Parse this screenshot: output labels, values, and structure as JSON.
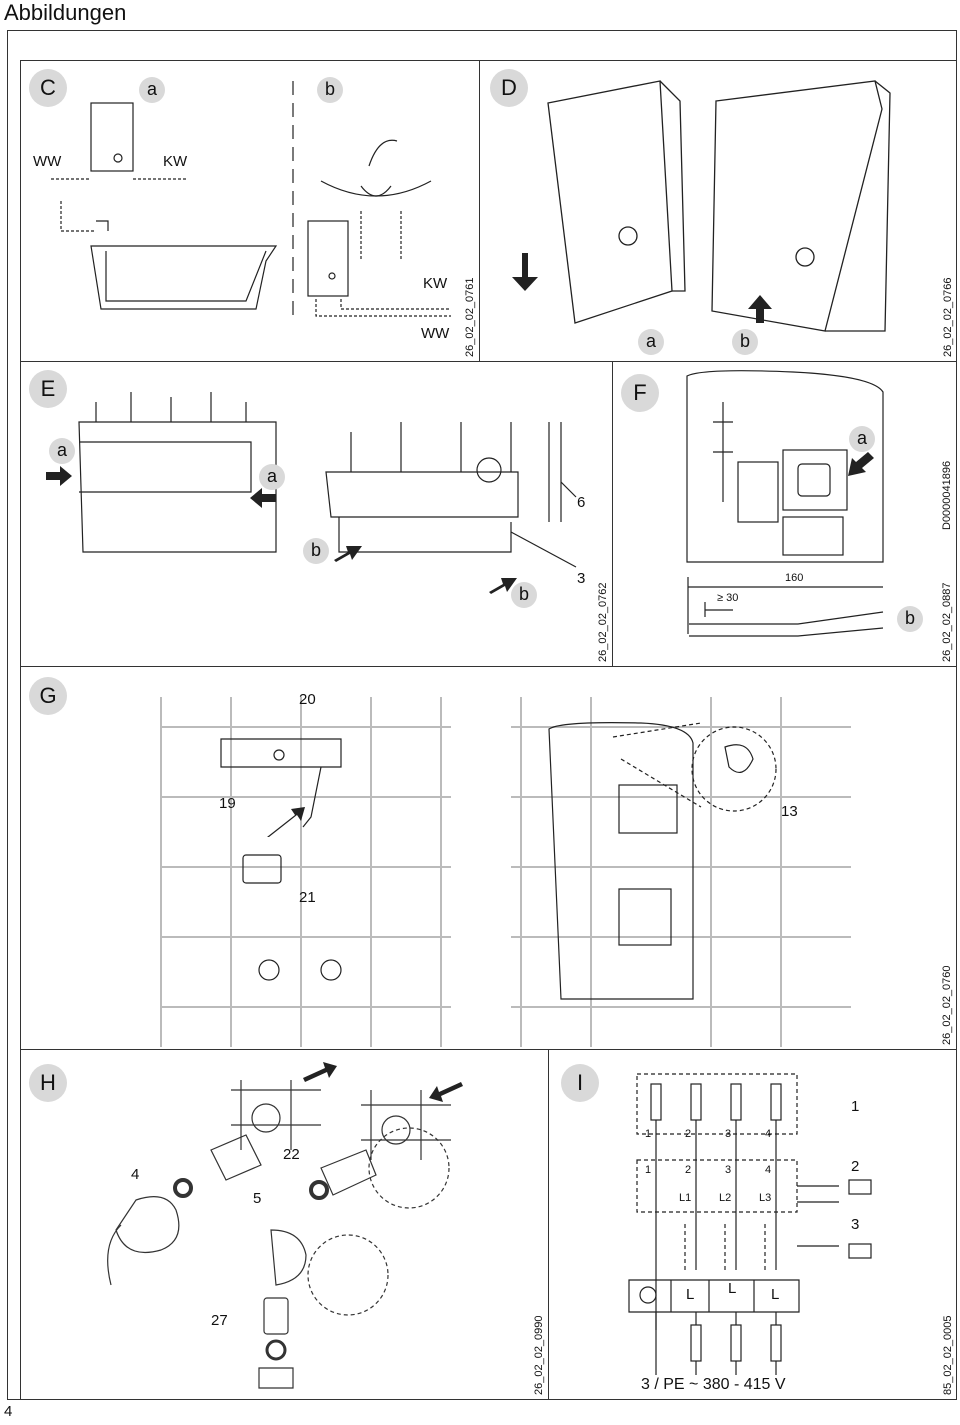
{
  "page": {
    "title": "Abbildungen",
    "page_number": "4"
  },
  "panels": {
    "C": {
      "letter": "C",
      "sub_a": "a",
      "sub_b": "b",
      "ww": "WW",
      "kw": "KW",
      "kw2": "KW",
      "ww2": "WW",
      "code": "26_02_02_0761"
    },
    "D": {
      "letter": "D",
      "sub_a": "a",
      "sub_b": "b",
      "code": "26_02_02_0766"
    },
    "E": {
      "letter": "E",
      "sub_a1": "a",
      "sub_a2": "a",
      "sub_b1": "b",
      "sub_b2": "b",
      "n6": "6",
      "n3": "3",
      "code": "26_02_02_0762"
    },
    "F": {
      "letter": "F",
      "sub_a": "a",
      "sub_b": "b",
      "dim_160": "160",
      "dim_30": "≥ 30",
      "code_top": "D0000041896",
      "code": "26_02_02_0887"
    },
    "G": {
      "letter": "G",
      "n20": "20",
      "n19": "19",
      "n21": "21",
      "n13": "13",
      "code": "26_02_02_0760"
    },
    "H": {
      "letter": "H",
      "n4": "4",
      "n22": "22",
      "n5": "5",
      "n27": "27",
      "code": "26_02_02_0990"
    },
    "I": {
      "letter": "I",
      "n1": "1",
      "n2": "2",
      "n3": "3",
      "t1": "1",
      "t2": "2",
      "t3": "3",
      "t4": "4",
      "b1": "1",
      "b2": "2",
      "b3": "3",
      "b4": "4",
      "l1": "L1",
      "l2": "L2",
      "l3": "L3",
      "L_a": "L",
      "L_b": "L",
      "L_c": "L",
      "voltage": "3 / PE ~ 380 - 415 V",
      "code": "85_02_02_0005"
    }
  }
}
